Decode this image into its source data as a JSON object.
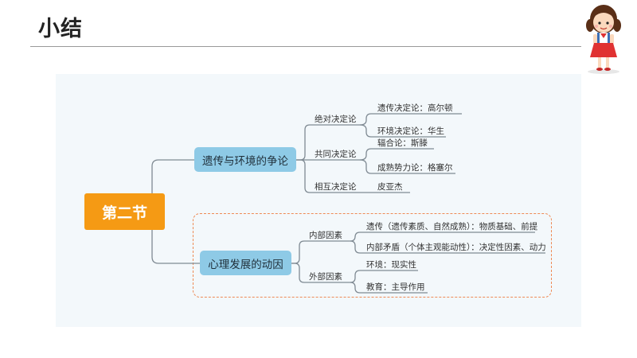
{
  "slide": {
    "title": "小结"
  },
  "mindmap": {
    "root": "第二节",
    "branches": [
      {
        "label": "遗传与环境的争论",
        "children": [
          {
            "label": "绝对决定论",
            "leaves": [
              "遗传决定论：高尔顿",
              "环境决定论：华生"
            ]
          },
          {
            "label": "共同决定论",
            "leaves": [
              "辐合论：斯滕",
              "成熟势力论：格塞尔"
            ]
          },
          {
            "label": "相互决定论",
            "leaves": [
              "皮亚杰"
            ]
          }
        ]
      },
      {
        "label": "心理发展的动因",
        "children": [
          {
            "label": "内部因素",
            "leaves": [
              "遗传（遗传素质、自然成熟）：物质基础、前提",
              "内部矛盾（个体主观能动性）：决定性因素、动力"
            ]
          },
          {
            "label": "外部因素",
            "leaves": [
              "环境：现实性",
              "教育：主导作用"
            ]
          }
        ]
      }
    ]
  },
  "colors": {
    "root": "#f59a14",
    "branch": "#8ecae6",
    "dash": "#ee8a55",
    "line": "#7f8a93"
  }
}
